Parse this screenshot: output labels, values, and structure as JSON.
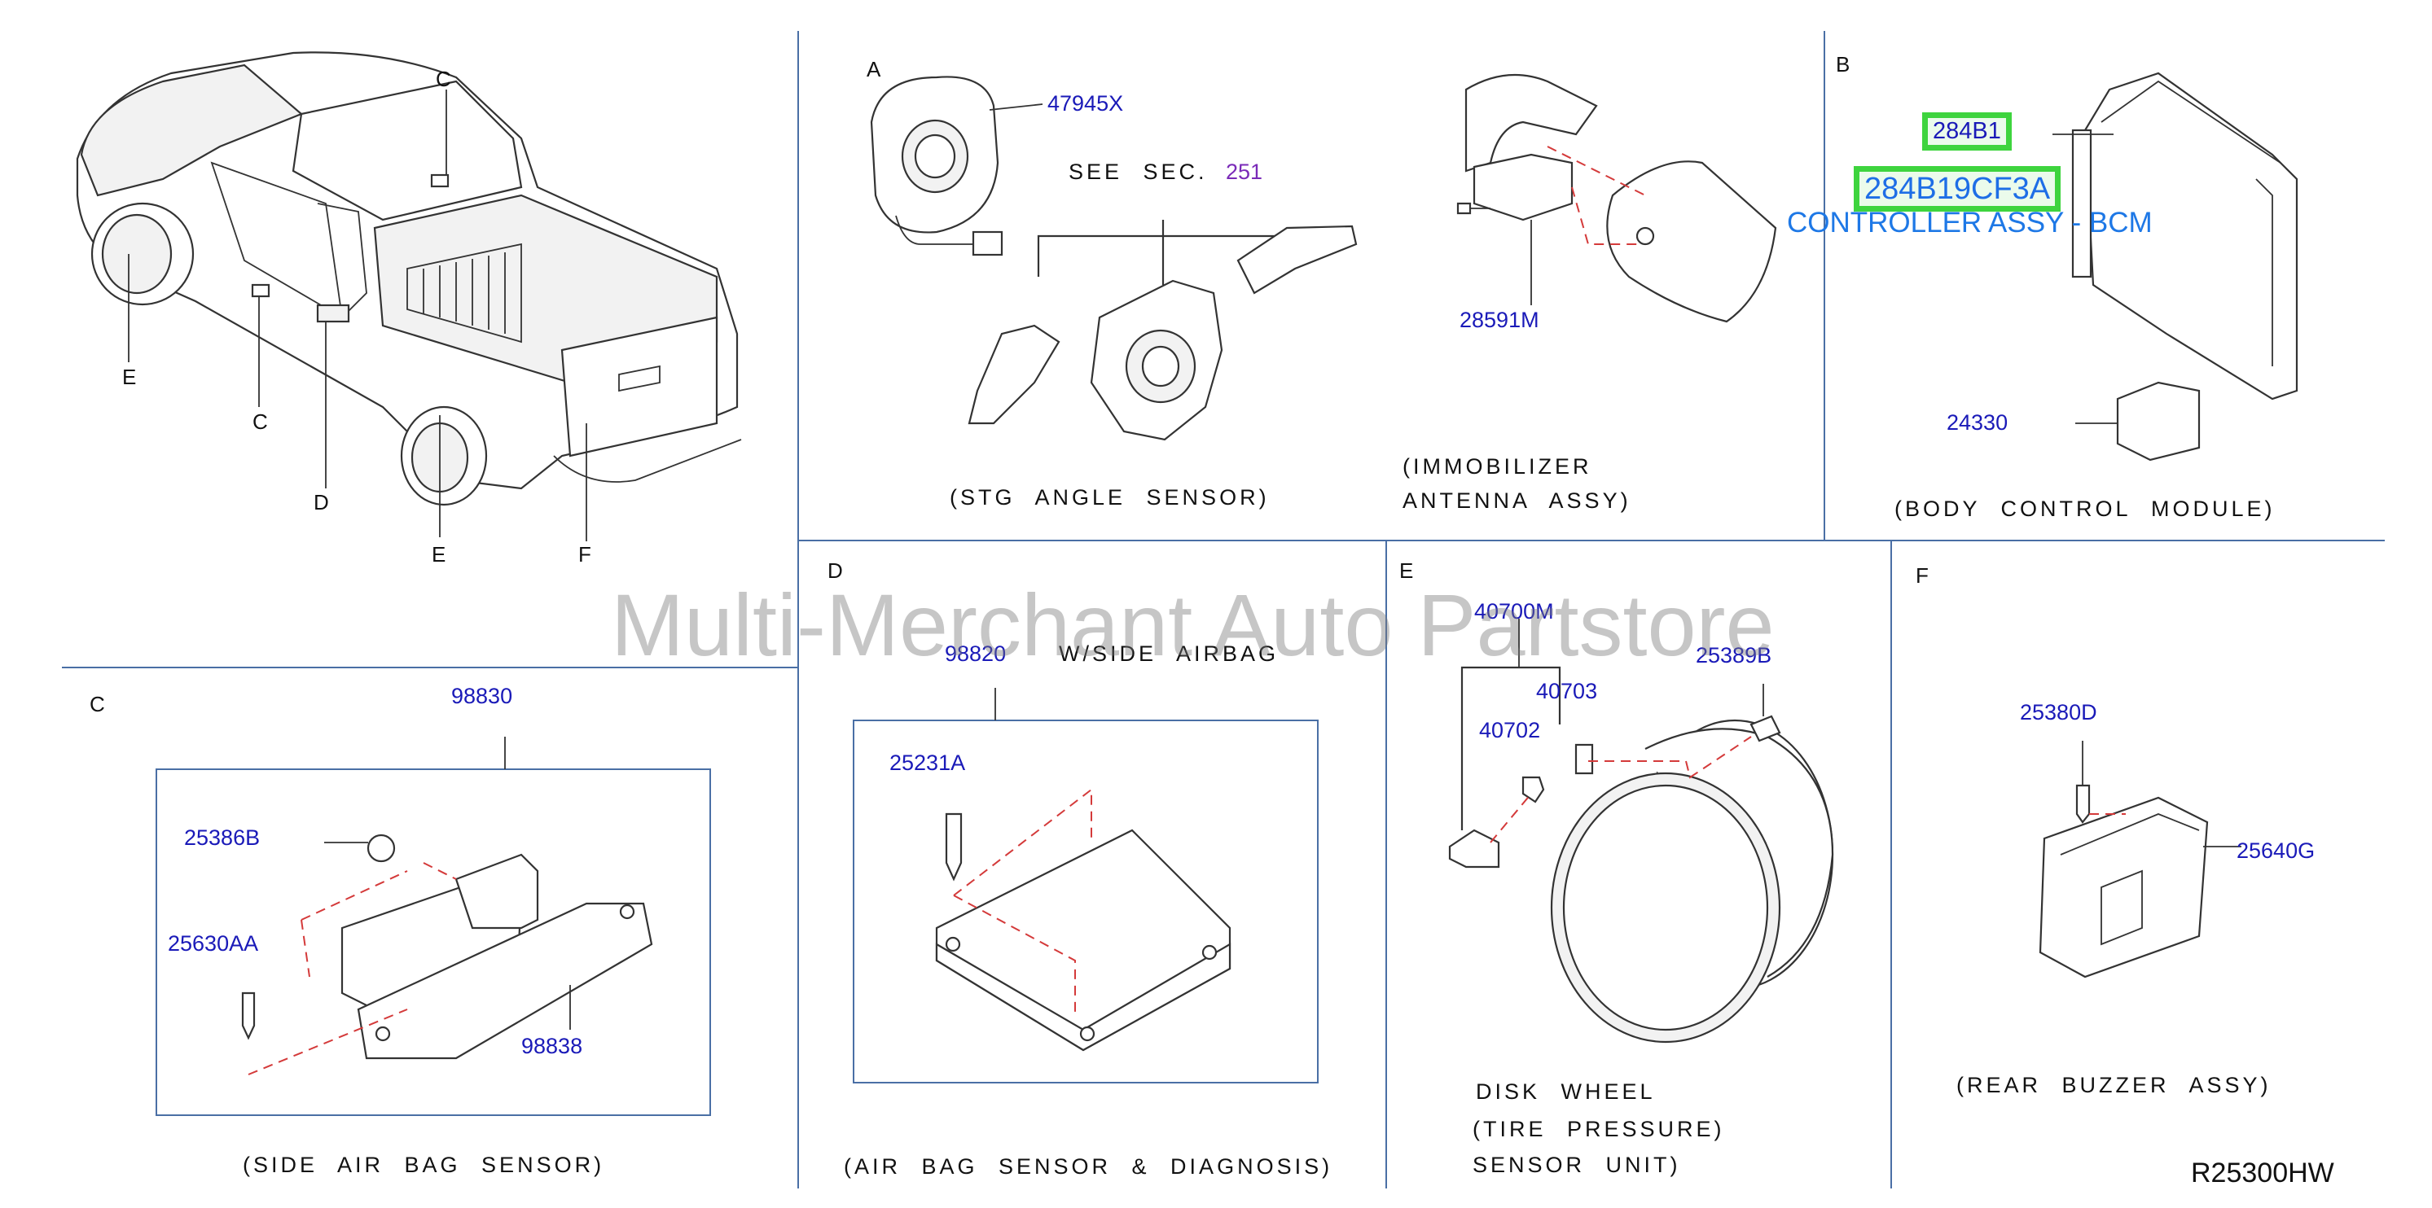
{
  "sections": {
    "a": "A",
    "b": "B",
    "c": "C",
    "d": "D",
    "e": "E",
    "f": "F"
  },
  "truck_callouts": [
    "C",
    "E",
    "C",
    "D",
    "E",
    "F"
  ],
  "parts": {
    "p47945x": "47945X",
    "see_sec": "SEE SEC.",
    "sec_251": "251",
    "p28591m": "28591M",
    "p24330": "24330",
    "p98830": "98830",
    "p25386b": "25386B",
    "p25630aa": "25630AA",
    "p98838": "98838",
    "p98820": "98820",
    "w_side_airbag": "W/SIDE AIRBAG",
    "p25231a": "25231A",
    "p40700m": "40700M",
    "p40703": "40703",
    "p40702": "40702",
    "p25389b": "25389B",
    "p25380d": "25380D",
    "p25640g": "25640G"
  },
  "labels": {
    "stg_angle": "(STG ANGLE SENSOR)",
    "immob_1": "(IMMOBILIZER",
    "immob_2": "ANTENNA ASSY)",
    "bcm": "(BODY CONTROL MODULE)",
    "side_airbag": "(SIDE AIR BAG SENSOR)",
    "airbag_diag": "(AIR BAG SENSOR & DIAGNOSIS)",
    "disk_1": "DISK WHEEL",
    "disk_2": "(TIRE PRESSURE)",
    "disk_3": "SENSOR UNIT)",
    "rear_buzzer": "(REAR BUZZER ASSY)"
  },
  "overlay": {
    "highlight_small": "284B1",
    "highlight_big": "284B19CF3A",
    "description": "CONTROLLER ASSY - BCM",
    "highlight_color": "#3ed43e"
  },
  "watermark": "Multi-Merchant Auto Partstore",
  "diagram_code": "R25300HW"
}
